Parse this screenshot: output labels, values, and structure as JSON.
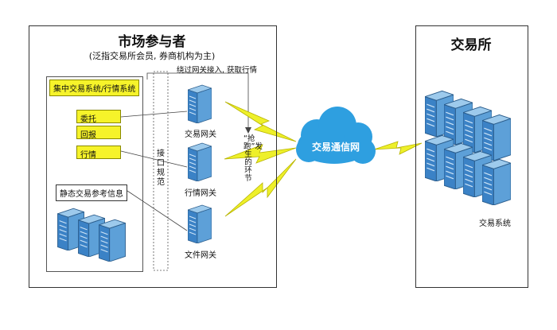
{
  "market": {
    "title": "市场参与者",
    "subtitle": "(泛指交易所会员, 券商机构为主)",
    "system_label": "集中交易系统/行情系统",
    "items": [
      "委托",
      "回报",
      "行情"
    ],
    "static_label": "静态交易参考信息",
    "interface_label": "接口规范",
    "gateways": [
      "交易网关",
      "行情网关",
      "文件网关"
    ],
    "bypass_note": "绕过网关接入, 获取行情",
    "grab_note": "“抢跑”发生的环节"
  },
  "network": {
    "label": "交易通信网"
  },
  "exchange": {
    "title": "交易所",
    "system_label": "交易系统"
  },
  "colors": {
    "server_top": "#8fc3ea",
    "server_front": "#3e86c8",
    "cloud": "#2e9fe0",
    "bolt": "#eef02a"
  }
}
